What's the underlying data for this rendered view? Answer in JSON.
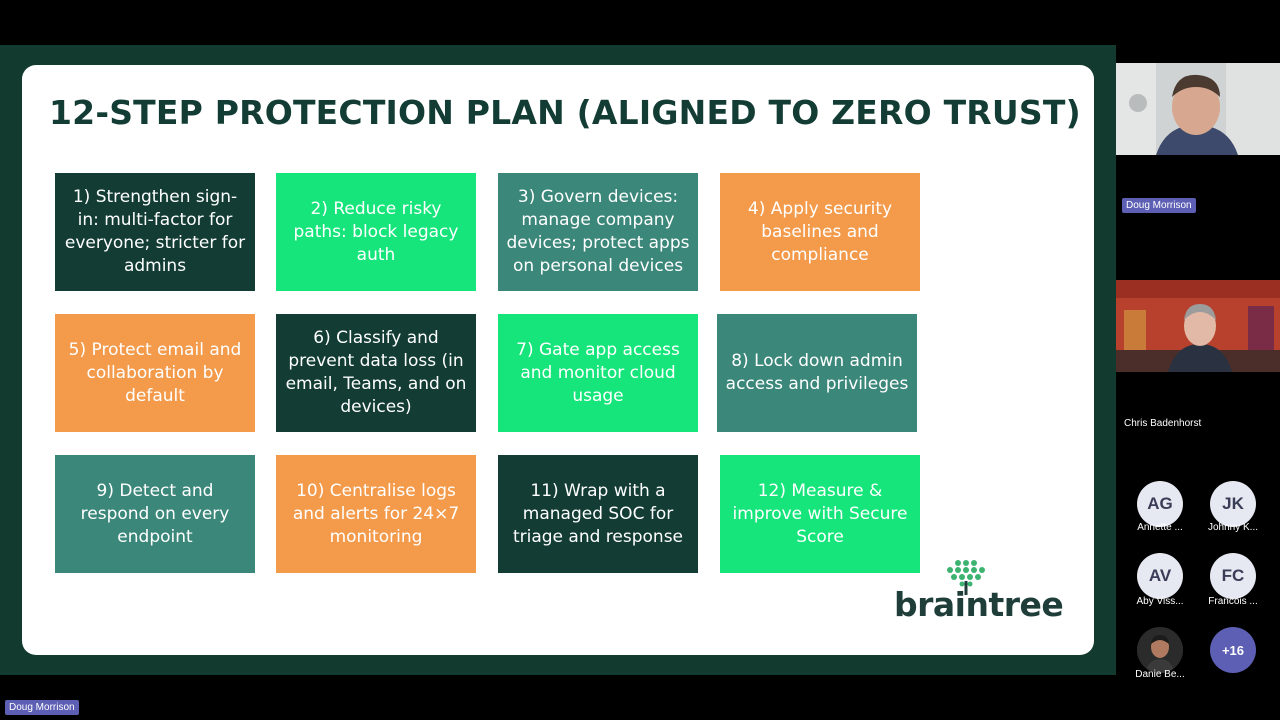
{
  "slide": {
    "title": "12-STEP PROTECTION PLAN (ALIGNED TO ZERO TRUST)",
    "tiles": [
      {
        "text": "1) Strengthen sign-in: multi-factor for everyone; stricter for admins",
        "color": "dark"
      },
      {
        "text": "2) Reduce risky paths: block legacy auth",
        "color": "green"
      },
      {
        "text": "3) Govern devices: manage company devices; protect apps on personal devices",
        "color": "teal"
      },
      {
        "text": "4) Apply security baselines and compliance",
        "color": "orange"
      },
      {
        "text": "5) Protect email and collaboration by default",
        "color": "orange"
      },
      {
        "text": "6) Classify and prevent data loss (in email, Teams, and on devices)",
        "color": "dark"
      },
      {
        "text": "7) Gate app access and monitor cloud usage",
        "color": "green"
      },
      {
        "text": "8) Lock down admin access and privileges",
        "color": "teal"
      },
      {
        "text": "9) Detect and respond on every endpoint",
        "color": "teal"
      },
      {
        "text": "10) Centralise logs and alerts for 24×7 monitoring",
        "color": "orange"
      },
      {
        "text": "11) Wrap with a managed SOC for triage and response",
        "color": "dark"
      },
      {
        "text": "12) Measure & improve with Secure Score",
        "color": "green"
      }
    ],
    "logo_text": "braintree"
  },
  "participants": {
    "video1_name": "Doug Morrison",
    "video2_name": "Chris Badenhorst",
    "avatars": [
      {
        "initials": "AG",
        "name": "Annette ..."
      },
      {
        "initials": "JK",
        "name": "Johnny K..."
      },
      {
        "initials": "AV",
        "name": "Aby Viss..."
      },
      {
        "initials": "FC",
        "name": "Francois ..."
      },
      {
        "initials": "",
        "name": "Danie Be..."
      },
      {
        "initials": "+16",
        "name": ""
      }
    ]
  },
  "presenter_name": "Doug Morrison",
  "colors": {
    "dark": "#123c34",
    "green": "#15e57a",
    "teal": "#3b877a",
    "orange": "#f39a4b",
    "accent": "#5c5fb3"
  }
}
